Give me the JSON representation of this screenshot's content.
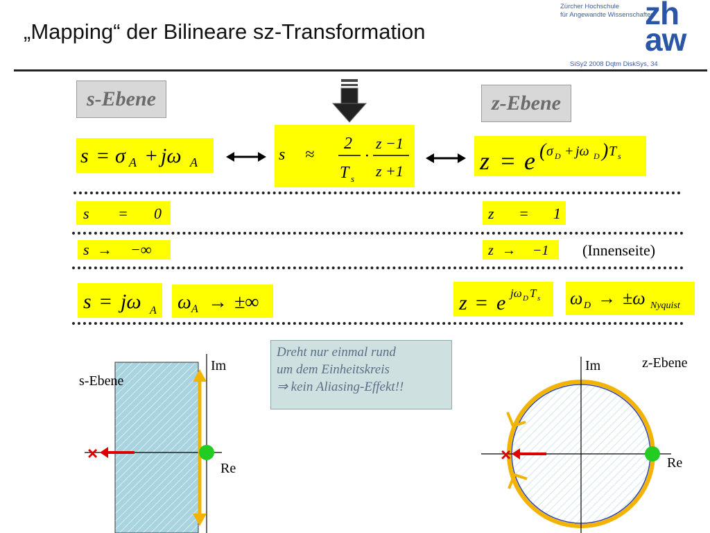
{
  "header": {
    "title": "„Mapping“ der Bilineare sz-Transformation",
    "institution": "Zürcher Hochschule\nfür Angewandte Wissenschaften",
    "logo": "zh\naw",
    "slide_ref": "SiSy2 2008 Dqtm DiskSys, 34"
  },
  "labels": {
    "s_plane": "s-Ebene",
    "z_plane": "z-Ebene",
    "innenseite": "(Innenseite)"
  },
  "equations": {
    "s_def": "s = σA + jωA",
    "transform": "s ≈ 2/Ts · (z−1)/(z+1)",
    "z_def": "z = e^((σD + jωD)Ts)",
    "s_zero": "s = 0",
    "z_one": "z = 1",
    "s_neg_inf": "s → −∞",
    "z_neg_one": "z → −1",
    "s_jw": "s = jωA",
    "wa_inf": "ωA → ±∞",
    "z_unit": "z = e^(jωD Ts)",
    "wd_nyq": "ωD → ±ωNyquist"
  },
  "note": {
    "line1": "Dreht nur einmal rund",
    "line2": "um dem Einheitskreis",
    "line3": "⇒ kein Aliasing-Effekt!!"
  },
  "diagrams": {
    "left": {
      "title": "s-Ebene",
      "im": "Im",
      "re": "Re"
    },
    "right": {
      "title": "z-Ebene",
      "im": "Im",
      "re": "Re"
    }
  },
  "colors": {
    "highlight": "#ffff00",
    "plane_fill": "#a8d4e0",
    "contour": "#f2b400",
    "point": "#22cc22",
    "arrow": "#dd0000"
  }
}
